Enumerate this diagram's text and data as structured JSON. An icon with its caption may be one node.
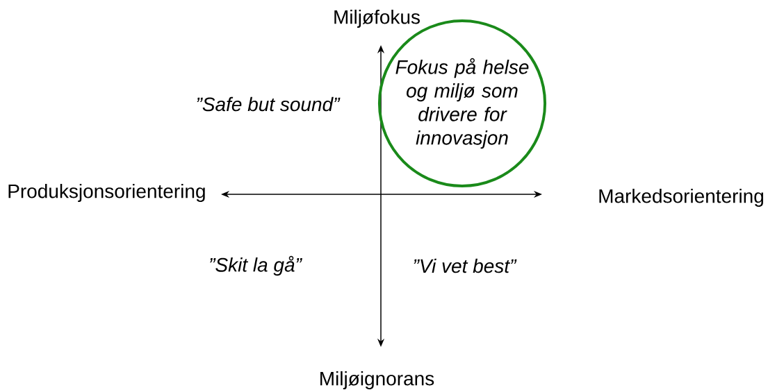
{
  "diagram": {
    "nodes": [
      {
        "text": [
          "Fokus på helse og miljø som drivere for innovasjon"
        ]
      }
    ],
    "labels": [
      "Miljøfokus",
      "”Safe but sound”",
      "Produksjonsorientering",
      "Markedsorientering",
      "”Skit la gå”",
      "”Vi vet best”",
      "Miljøignorans"
    ]
  }
}
